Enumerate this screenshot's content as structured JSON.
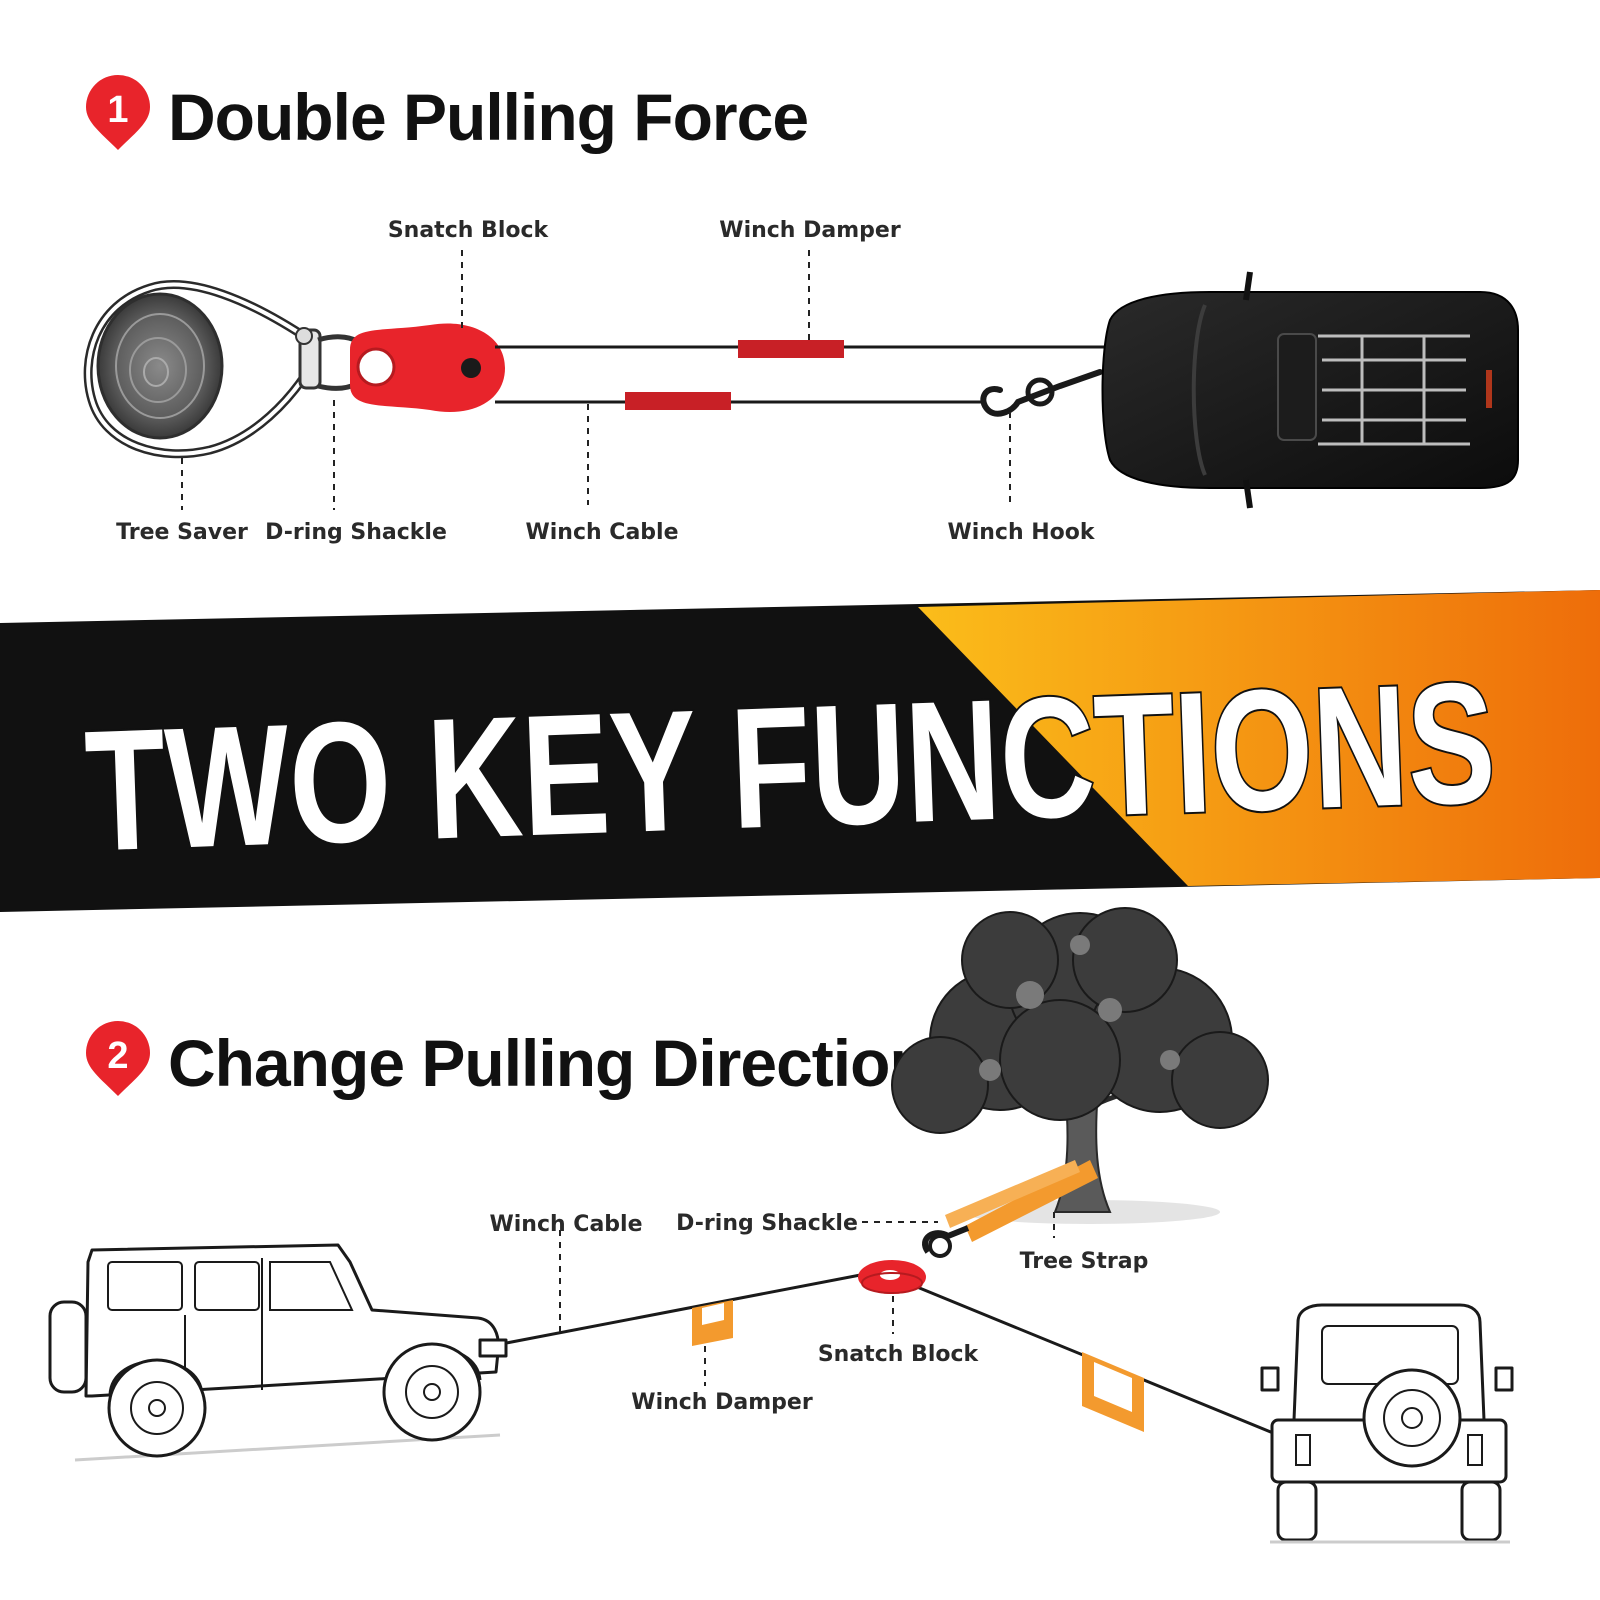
{
  "colors": {
    "accent_red": "#e8242b",
    "damper_red": "#c82026",
    "strap_orange": "#f39a2e",
    "banner_black": "#111111",
    "banner_gradient_start": "#fbbd1a",
    "banner_gradient_end": "#ee6d0a"
  },
  "section1": {
    "number": "1",
    "title": "Double Pulling Force",
    "labels": {
      "snatch_block": "Snatch Block",
      "winch_damper": "Winch Damper",
      "tree_saver": "Tree Saver",
      "d_ring_shackle": "D-ring Shackle",
      "winch_cable": "Winch Cable",
      "winch_hook": "Winch Hook"
    }
  },
  "banner": {
    "text": "TWO KEY FUNCTIONS"
  },
  "section2": {
    "number": "2",
    "title": "Change Pulling Direction",
    "labels": {
      "winch_cable": "Winch Cable",
      "d_ring_shackle": "D-ring Shackle",
      "tree_strap": "Tree Strap",
      "snatch_block": "Snatch Block",
      "winch_damper": "Winch Damper"
    }
  }
}
